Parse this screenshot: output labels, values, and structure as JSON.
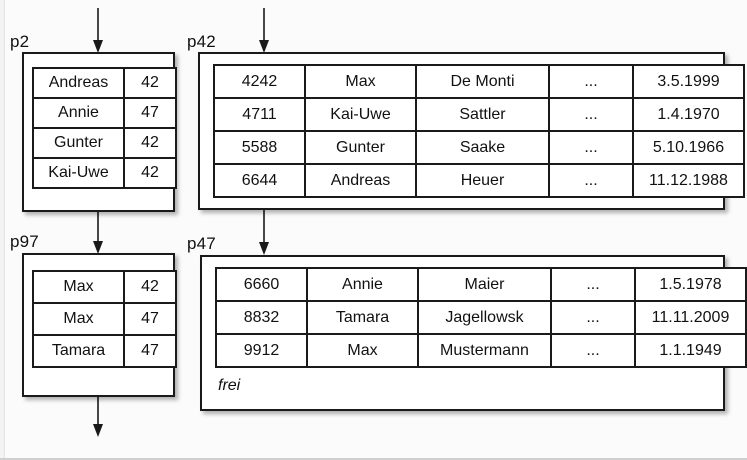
{
  "diagram": {
    "title_hint": "database-pages-diagram",
    "colors": {
      "line": "#1a1a1a",
      "box_fill": "#ffffff",
      "background": "#fbfbfb",
      "bottom_bar": "#cfcfcf"
    },
    "pages": {
      "p2": {
        "label": "p2",
        "rows": [
          [
            "Andreas",
            "42"
          ],
          [
            "Annie",
            "47"
          ],
          [
            "Gunter",
            "42"
          ],
          [
            "Kai-Uwe",
            "42"
          ]
        ]
      },
      "p42": {
        "label": "p42",
        "rows": [
          [
            "4242",
            "Max",
            "De Monti",
            "...",
            "3.5.1999"
          ],
          [
            "4711",
            "Kai-Uwe",
            "Sattler",
            "...",
            "1.4.1970"
          ],
          [
            "5588",
            "Gunter",
            "Saake",
            "...",
            "5.10.1966"
          ],
          [
            "6644",
            "Andreas",
            "Heuer",
            "...",
            "11.12.1988"
          ]
        ]
      },
      "p97": {
        "label": "p97",
        "rows": [
          [
            "Max",
            "42"
          ],
          [
            "Max",
            "47"
          ],
          [
            "Tamara",
            "47"
          ]
        ]
      },
      "p47": {
        "label": "p47",
        "rows": [
          [
            "6660",
            "Annie",
            "Maier",
            "...",
            "1.5.1978"
          ],
          [
            "8832",
            "Tamara",
            "Jagellowsk",
            "...",
            "11.11.2009"
          ],
          [
            "9912",
            "Max",
            "Mustermann",
            "...",
            "1.1.1949"
          ]
        ],
        "free_label": "frei"
      }
    }
  }
}
